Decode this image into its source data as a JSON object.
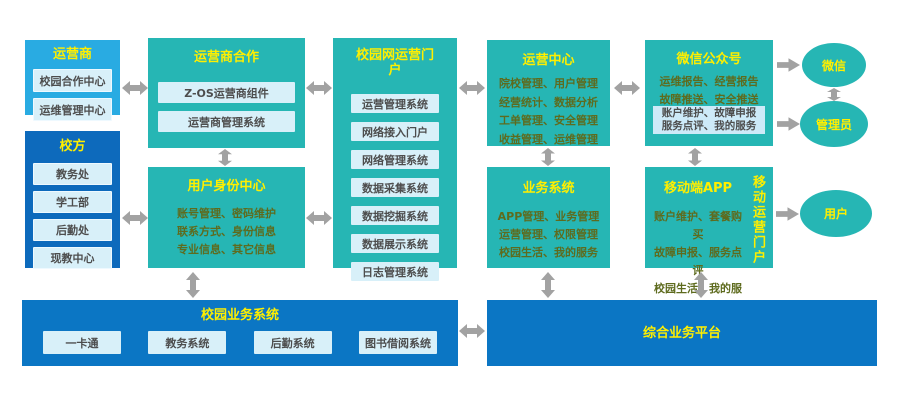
{
  "palette": {
    "teal": "#26b6b4",
    "light_blue": "#29abe2",
    "dark_blue": "#0d6abc",
    "bottom_blue": "#0b76c4",
    "title_yellow": "#ffef00",
    "body_olive": "#5e6b1e",
    "chip_bg": "#d8f0f9",
    "arrow_gray": "#a2a2a2"
  },
  "nodes": {
    "carrier": {
      "title": "运营商",
      "items": [
        "校园合作中心",
        "运维管理中心"
      ]
    },
    "school": {
      "title": "校方",
      "items": [
        "教务处",
        "学工部",
        "后勤处",
        "现教中心"
      ]
    },
    "carrier_coop": {
      "title": "运营商合作",
      "items": [
        "Z-OS运营商组件",
        "运营商管理系统"
      ]
    },
    "identity": {
      "title": "用户身份中心",
      "lines": [
        "账号管理、密码维护",
        "联系方式、身份信息",
        "专业信息、其它信息"
      ]
    },
    "portal": {
      "title": "校园网运营门户",
      "items": [
        "运营管理系统",
        "网络接入门户",
        "网络管理系统",
        "数据采集系统",
        "数据挖掘系统",
        "数据展示系统",
        "日志管理系统"
      ]
    },
    "op_center": {
      "title": "运营中心",
      "lines": [
        "院校管理、用户管理",
        "经营统计、数据分析",
        "工单管理、安全管理",
        "收益管理、运维管理"
      ]
    },
    "biz_system": {
      "title": "业务系统",
      "lines": [
        "APP管理、业务管理",
        "运营管理、权限管理",
        "校园生活、我的服务"
      ]
    },
    "wechat_account": {
      "title": "微信公众号",
      "lines": [
        "运维报告、经营报告",
        "故障推送、安全推送"
      ],
      "panel_lines": [
        "账户维护、故障申报",
        "服务点评、我的服务"
      ]
    },
    "mobile_app": {
      "title": "移动端APP",
      "lines": [
        "账户维护、套餐购买",
        "故障申报、服务点评",
        "校园生活、我的服务"
      ],
      "side_label": "移动运营门户"
    },
    "campus_biz": {
      "title": "校园业务系统",
      "items": [
        "一卡通",
        "教务系统",
        "后勤系统",
        "图书借阅系统"
      ]
    },
    "integrated_platform": {
      "title": "综合业务平台"
    },
    "actors": {
      "wechat": "微信",
      "admin": "管理员",
      "user": "用户"
    }
  }
}
